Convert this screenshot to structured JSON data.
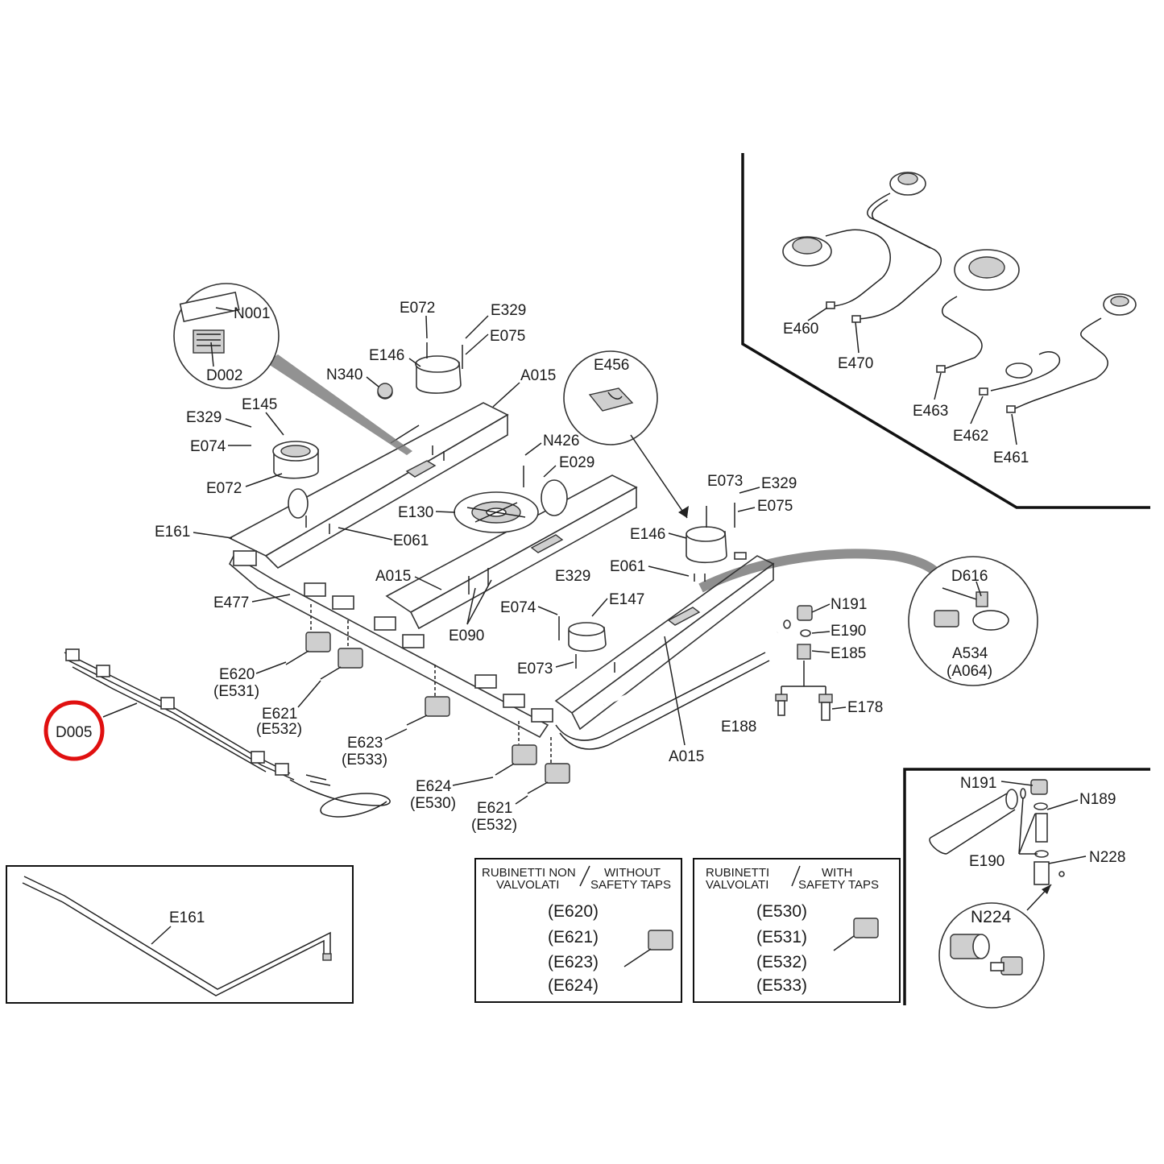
{
  "labels": {
    "N001": "N001",
    "D002": "D002",
    "E072_top": "E072",
    "E329_top": "E329",
    "E075_top": "E075",
    "E146_top": "E146",
    "N340": "N340",
    "A015_top": "A015",
    "E329_left": "E329",
    "E145": "E145",
    "E074_left": "E074",
    "E072_left": "E072",
    "N426": "N426",
    "E029": "E029",
    "E130": "E130",
    "E161_main": "E161",
    "E061_left": "E061",
    "E456": "E456",
    "E073_right": "E073",
    "E329_right": "E329",
    "E075_right": "E075",
    "E146_right": "E146",
    "E061_right": "E061",
    "A015_mid": "A015",
    "E477": "E477",
    "E329_mid": "E329",
    "E074_mid": "E074",
    "E147": "E147",
    "E090": "E090",
    "E073_mid": "E073",
    "D616": "D616",
    "A534": "A534",
    "A064": "(A064)",
    "N191_mid": "N191",
    "E190_mid": "E190",
    "E185": "E185",
    "E178": "E178",
    "E188": "E188",
    "A015_bottom": "A015",
    "E620": "E620",
    "E531_a": "(E531)",
    "E621_a": "E621",
    "E532_a": "(E532)",
    "E623": "E623",
    "E533_a": "(E533)",
    "E624": "E624",
    "E530_a": "(E530)",
    "E621_b": "E621",
    "E532_b": "(E532)",
    "D005": "D005",
    "E460": "E460",
    "E470": "E470",
    "E463": "E463",
    "E462": "E462",
    "E461": "E461",
    "N191_br": "N191",
    "N189": "N189",
    "E190_br": "E190",
    "N228": "N228",
    "N224": "N224",
    "E161_box": "E161"
  },
  "taps_without": {
    "title_it_1": "RUBINETTI NON",
    "title_it_2": "VALVOLATI",
    "title_en_1": "WITHOUT",
    "title_en_2": "SAFETY TAPS",
    "codes": [
      "(E620)",
      "(E621)",
      "(E623)",
      "(E624)"
    ]
  },
  "taps_with": {
    "title_it_1": "RUBINETTI",
    "title_it_2": "VALVOLATI",
    "title_en_1": "WITH",
    "title_en_2": "SAFETY TAPS",
    "codes": [
      "(E530)",
      "(E531)",
      "(E532)",
      "(E533)"
    ]
  },
  "highlight": {
    "label": "D005",
    "color": "#e01010"
  }
}
